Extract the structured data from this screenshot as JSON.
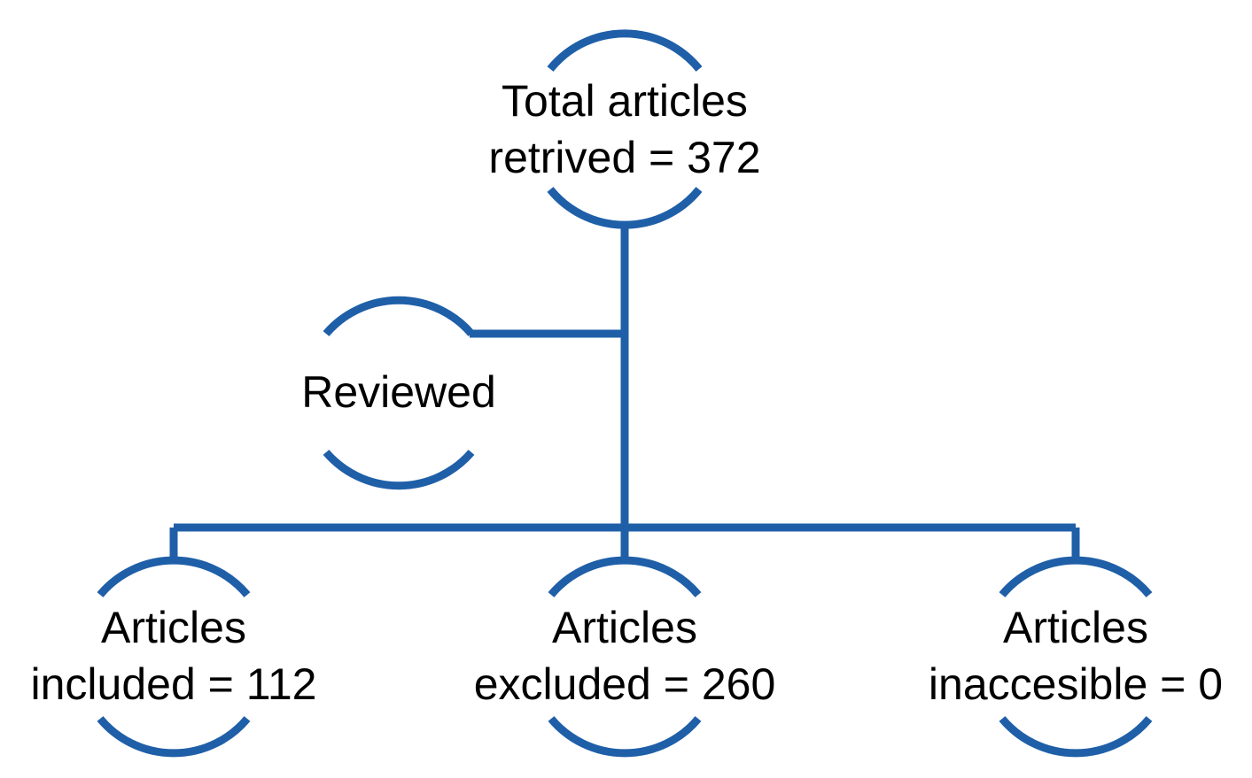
{
  "colors": {
    "line": "#1f5fa8",
    "text": "#000000",
    "background": "#ffffff"
  },
  "nodes": {
    "total": {
      "line1": "Total articles",
      "line2": "retrived = 372"
    },
    "reviewed": {
      "line1": "Reviewed"
    },
    "included": {
      "line1": "Articles",
      "line2": "included = 112"
    },
    "excluded": {
      "line1": "Articles",
      "line2": "excluded = 260"
    },
    "inaccessible": {
      "line1": "Articles",
      "line2": "inaccesible = 0"
    }
  }
}
